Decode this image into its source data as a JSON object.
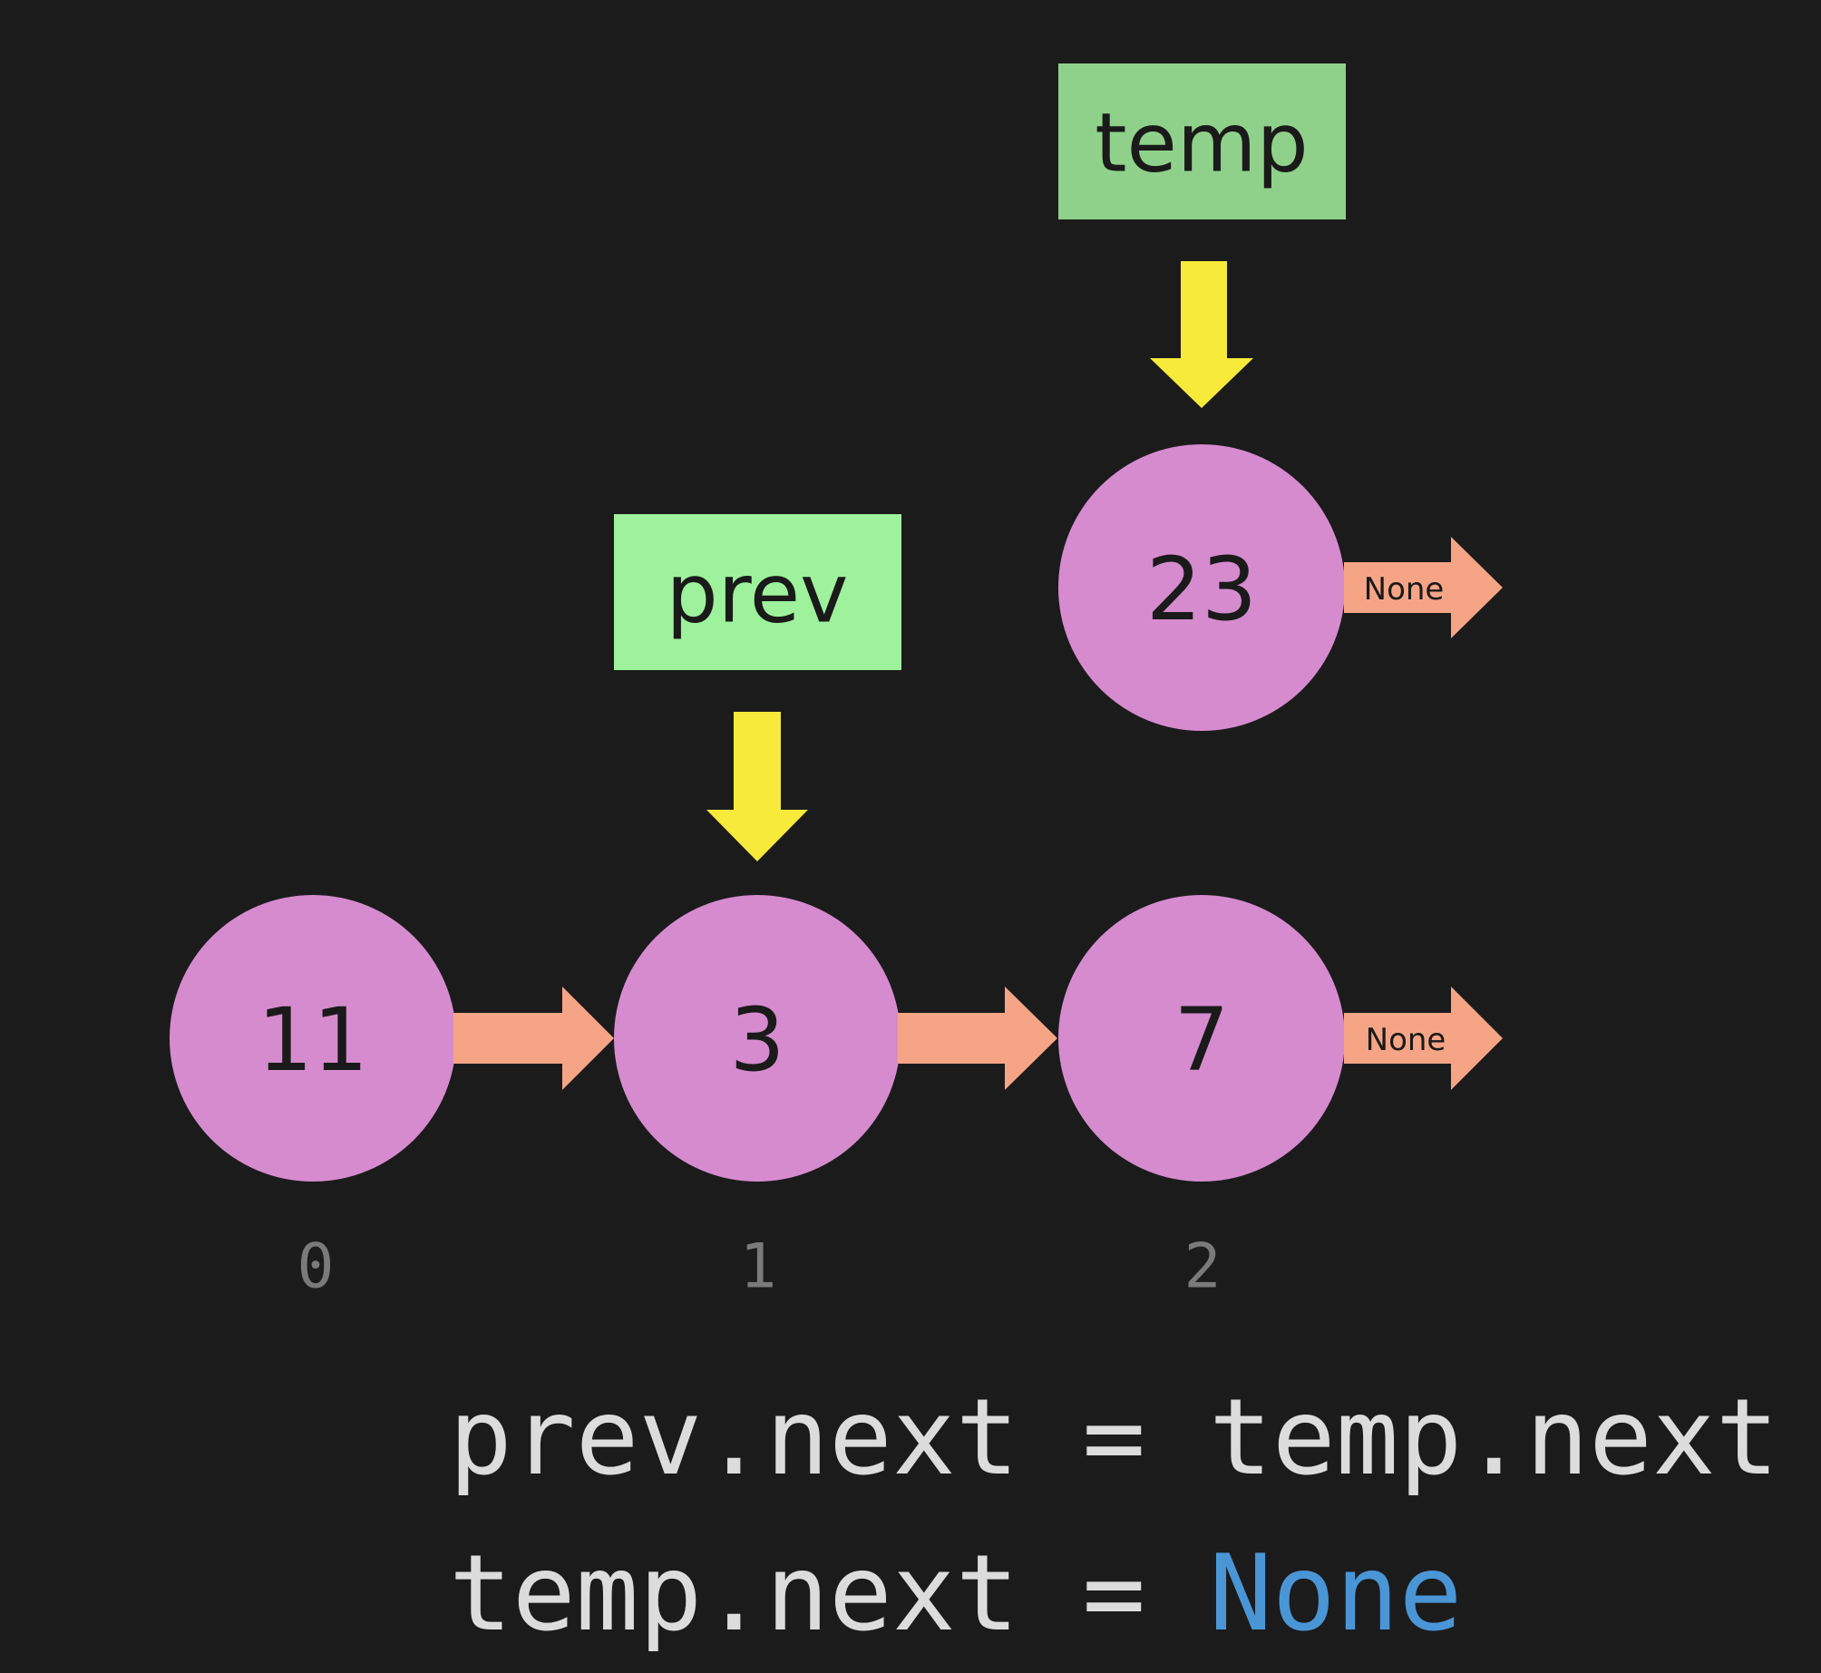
{
  "labels": {
    "prev": "prev",
    "temp": "temp"
  },
  "nodes": {
    "n0": "11",
    "n1": "3",
    "n2": "7",
    "temp": "23"
  },
  "indices": [
    "0",
    "1",
    "2"
  ],
  "none_label": "None",
  "code": {
    "line1": "prev.next = temp.next",
    "line2_prefix": "temp.next = ",
    "line2_value": "None"
  },
  "colors": {
    "background": "#1b1b1c",
    "node_fill": "#d68bcf",
    "prev_box": "#9df29b",
    "temp_box": "#8fd18a",
    "pointer_arrow": "#f7ea3a",
    "link_arrow": "#f5a586",
    "code_text": "#dcdcdc",
    "code_keyword_none": "#4a95d6"
  }
}
